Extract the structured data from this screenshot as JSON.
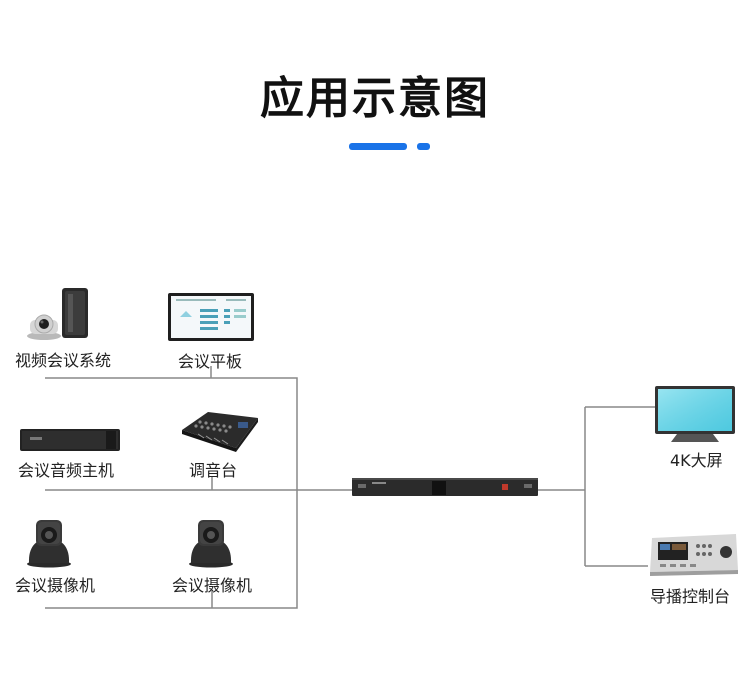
{
  "title": "应用示意图",
  "accent_color": "#1a73e8",
  "line_color": "#888888",
  "devices": {
    "video_conf": {
      "label": "视频会议系统",
      "icon": "video-conference-system-icon"
    },
    "conf_tablet": {
      "label": "会议平板",
      "icon": "conference-tablet-icon"
    },
    "audio_host": {
      "label": "会议音频主机",
      "icon": "audio-host-icon"
    },
    "mixer": {
      "label": "调音台",
      "icon": "mixing-console-icon"
    },
    "camera_1": {
      "label": "会议摄像机",
      "icon": "ptz-camera-icon"
    },
    "camera_2": {
      "label": "会议摄像机",
      "icon": "ptz-camera-icon"
    },
    "center_unit": {
      "icon": "rack-unit-icon"
    },
    "screen_4k": {
      "label": "4K大屏",
      "icon": "monitor-icon"
    },
    "director": {
      "label": "导播控制台",
      "icon": "director-console-icon"
    }
  }
}
